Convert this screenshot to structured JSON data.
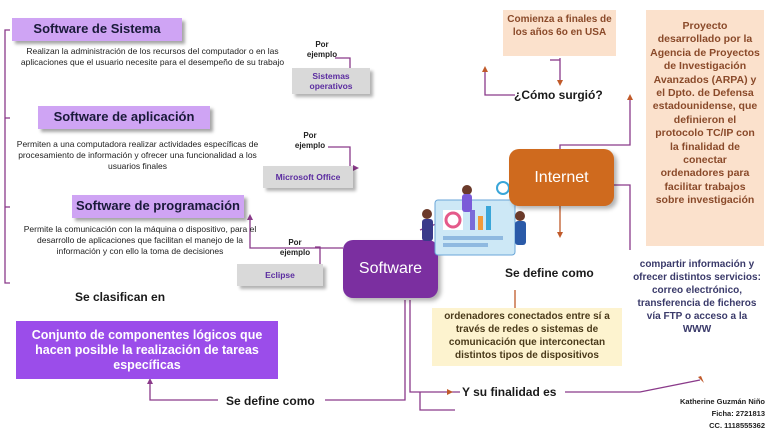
{
  "left": {
    "sistema": {
      "title": "Software de Sistema",
      "description": "Realizan la administración de los recursos del computador o en las aplicaciones que el usuario necesite para el desempeño de su trabajo",
      "by_example": "Por ejemplo",
      "example": "Sistemas operativos"
    },
    "aplicacion": {
      "title": "Software de aplicación",
      "description": "Permiten a una computadora realizar actividades específicas de procesamiento de información y ofrecer una funcionalidad a los usuarios finales",
      "by_example": "Por ejemplo",
      "example": "Microsoft Office"
    },
    "programacion": {
      "title": "Software de programación",
      "description": "Permite la comunicación con la máquina o dispositivo, para el desarrollo de aplicaciones que facilitan el manejo de la información y con ello la toma de decisiones",
      "by_example": "Por ejemplo",
      "example": "Eclipse"
    },
    "se_clasifican": "Se clasifican en",
    "definition": "Conjunto de componentes lógicos que hacen posible la realización de tareas específicas",
    "se_define_como": "Se define como"
  },
  "center": {
    "software": "Software",
    "internet": "Internet"
  },
  "right": {
    "comienza": "Comienza a finales de los años 6o en USA",
    "como_surgio": "¿Cómo surgió?",
    "proyecto": "Proyecto desarrollado por la Agencia de Proyectos de Investigación Avanzados (ARPA) y el Dpto. de Defensa estadounidense, que definieron el protocolo TC/IP con la finalidad de conectar ordenadores para facilitar trabajos sobre investigación",
    "se_define_como": "Se define como",
    "definition": "ordenadores conectados entre sí a través de redes o sistemas de comunicación que interconectan distintos tipos de dispositivos",
    "finalidad_label": "Y su finalidad es",
    "finalidad": "compartir información y ofrecer distintos servicios: correo electrónico, transferencia de ficheros vía FTP o acceso a la WWW"
  },
  "author": {
    "name": "Katherine Guzmán Niño",
    "ficha": "Ficha: 2721813",
    "cc": "CC. 1118555362"
  },
  "colors": {
    "purple_dark": "#7b2fa0",
    "lavender": "#cfa4f4",
    "violet_box": "#9b4dea",
    "orange": "#cf6a1e",
    "peach": "#fbe1cc",
    "cream": "#fdf3cf"
  }
}
